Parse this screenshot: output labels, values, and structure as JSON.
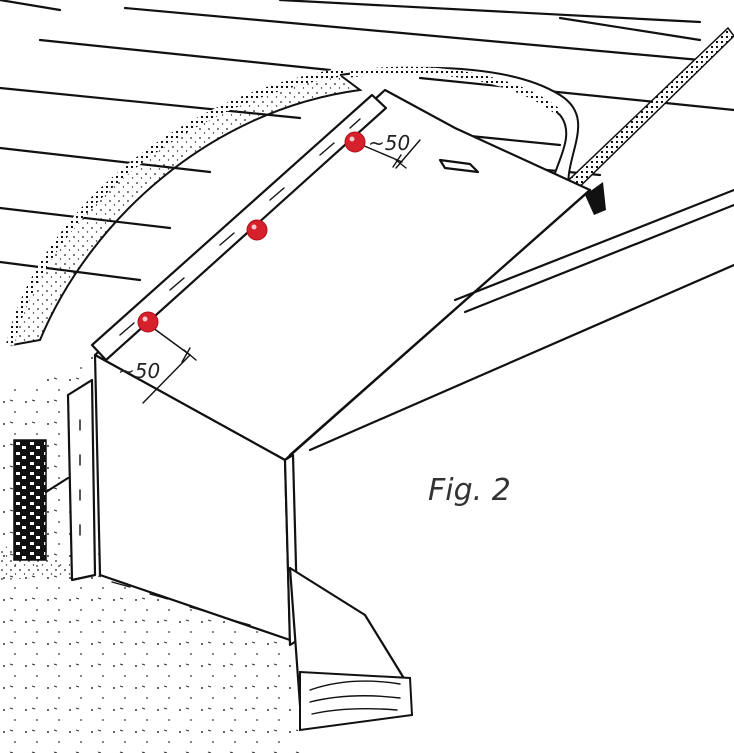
{
  "figure": {
    "caption": "Fig. 2",
    "dimension_top": "~50",
    "dimension_bottom": "~50"
  },
  "markers": {
    "count": 3,
    "color": "#d6202c"
  },
  "colors": {
    "ink": "#111111",
    "background": "#ffffff"
  }
}
